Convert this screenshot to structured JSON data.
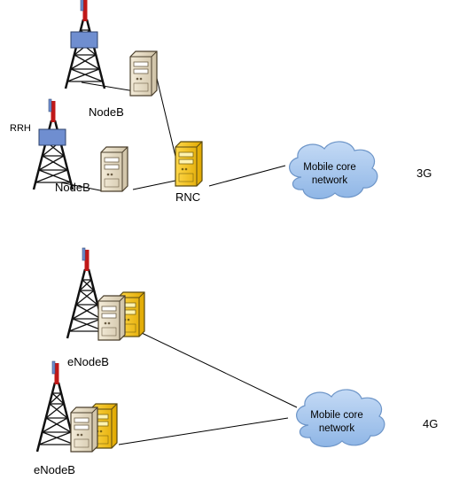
{
  "labels": {
    "nodeb_top": "NodeB",
    "nodeb_bottom": "NodeB",
    "rrh": "RRH",
    "rnc": "RNC",
    "enodeb_top": "eNodeB",
    "enodeb_bottom": "eNodeB",
    "gen_3g": "3G",
    "gen_4g": "4G"
  },
  "clouds": {
    "core_3g": {
      "line1": "Mobile core",
      "line2": "network"
    },
    "core_4g": {
      "line1": "Mobile core",
      "line2": "network"
    }
  },
  "colors": {
    "cloud_fill": "#a9c9ef",
    "rnc_fill": "#f7c51c",
    "server_fill": "#ece2cc",
    "tower_black": "#111111",
    "antenna_red": "#c01818",
    "rrh_blue": "#6f8ed0",
    "link": "#000000"
  }
}
